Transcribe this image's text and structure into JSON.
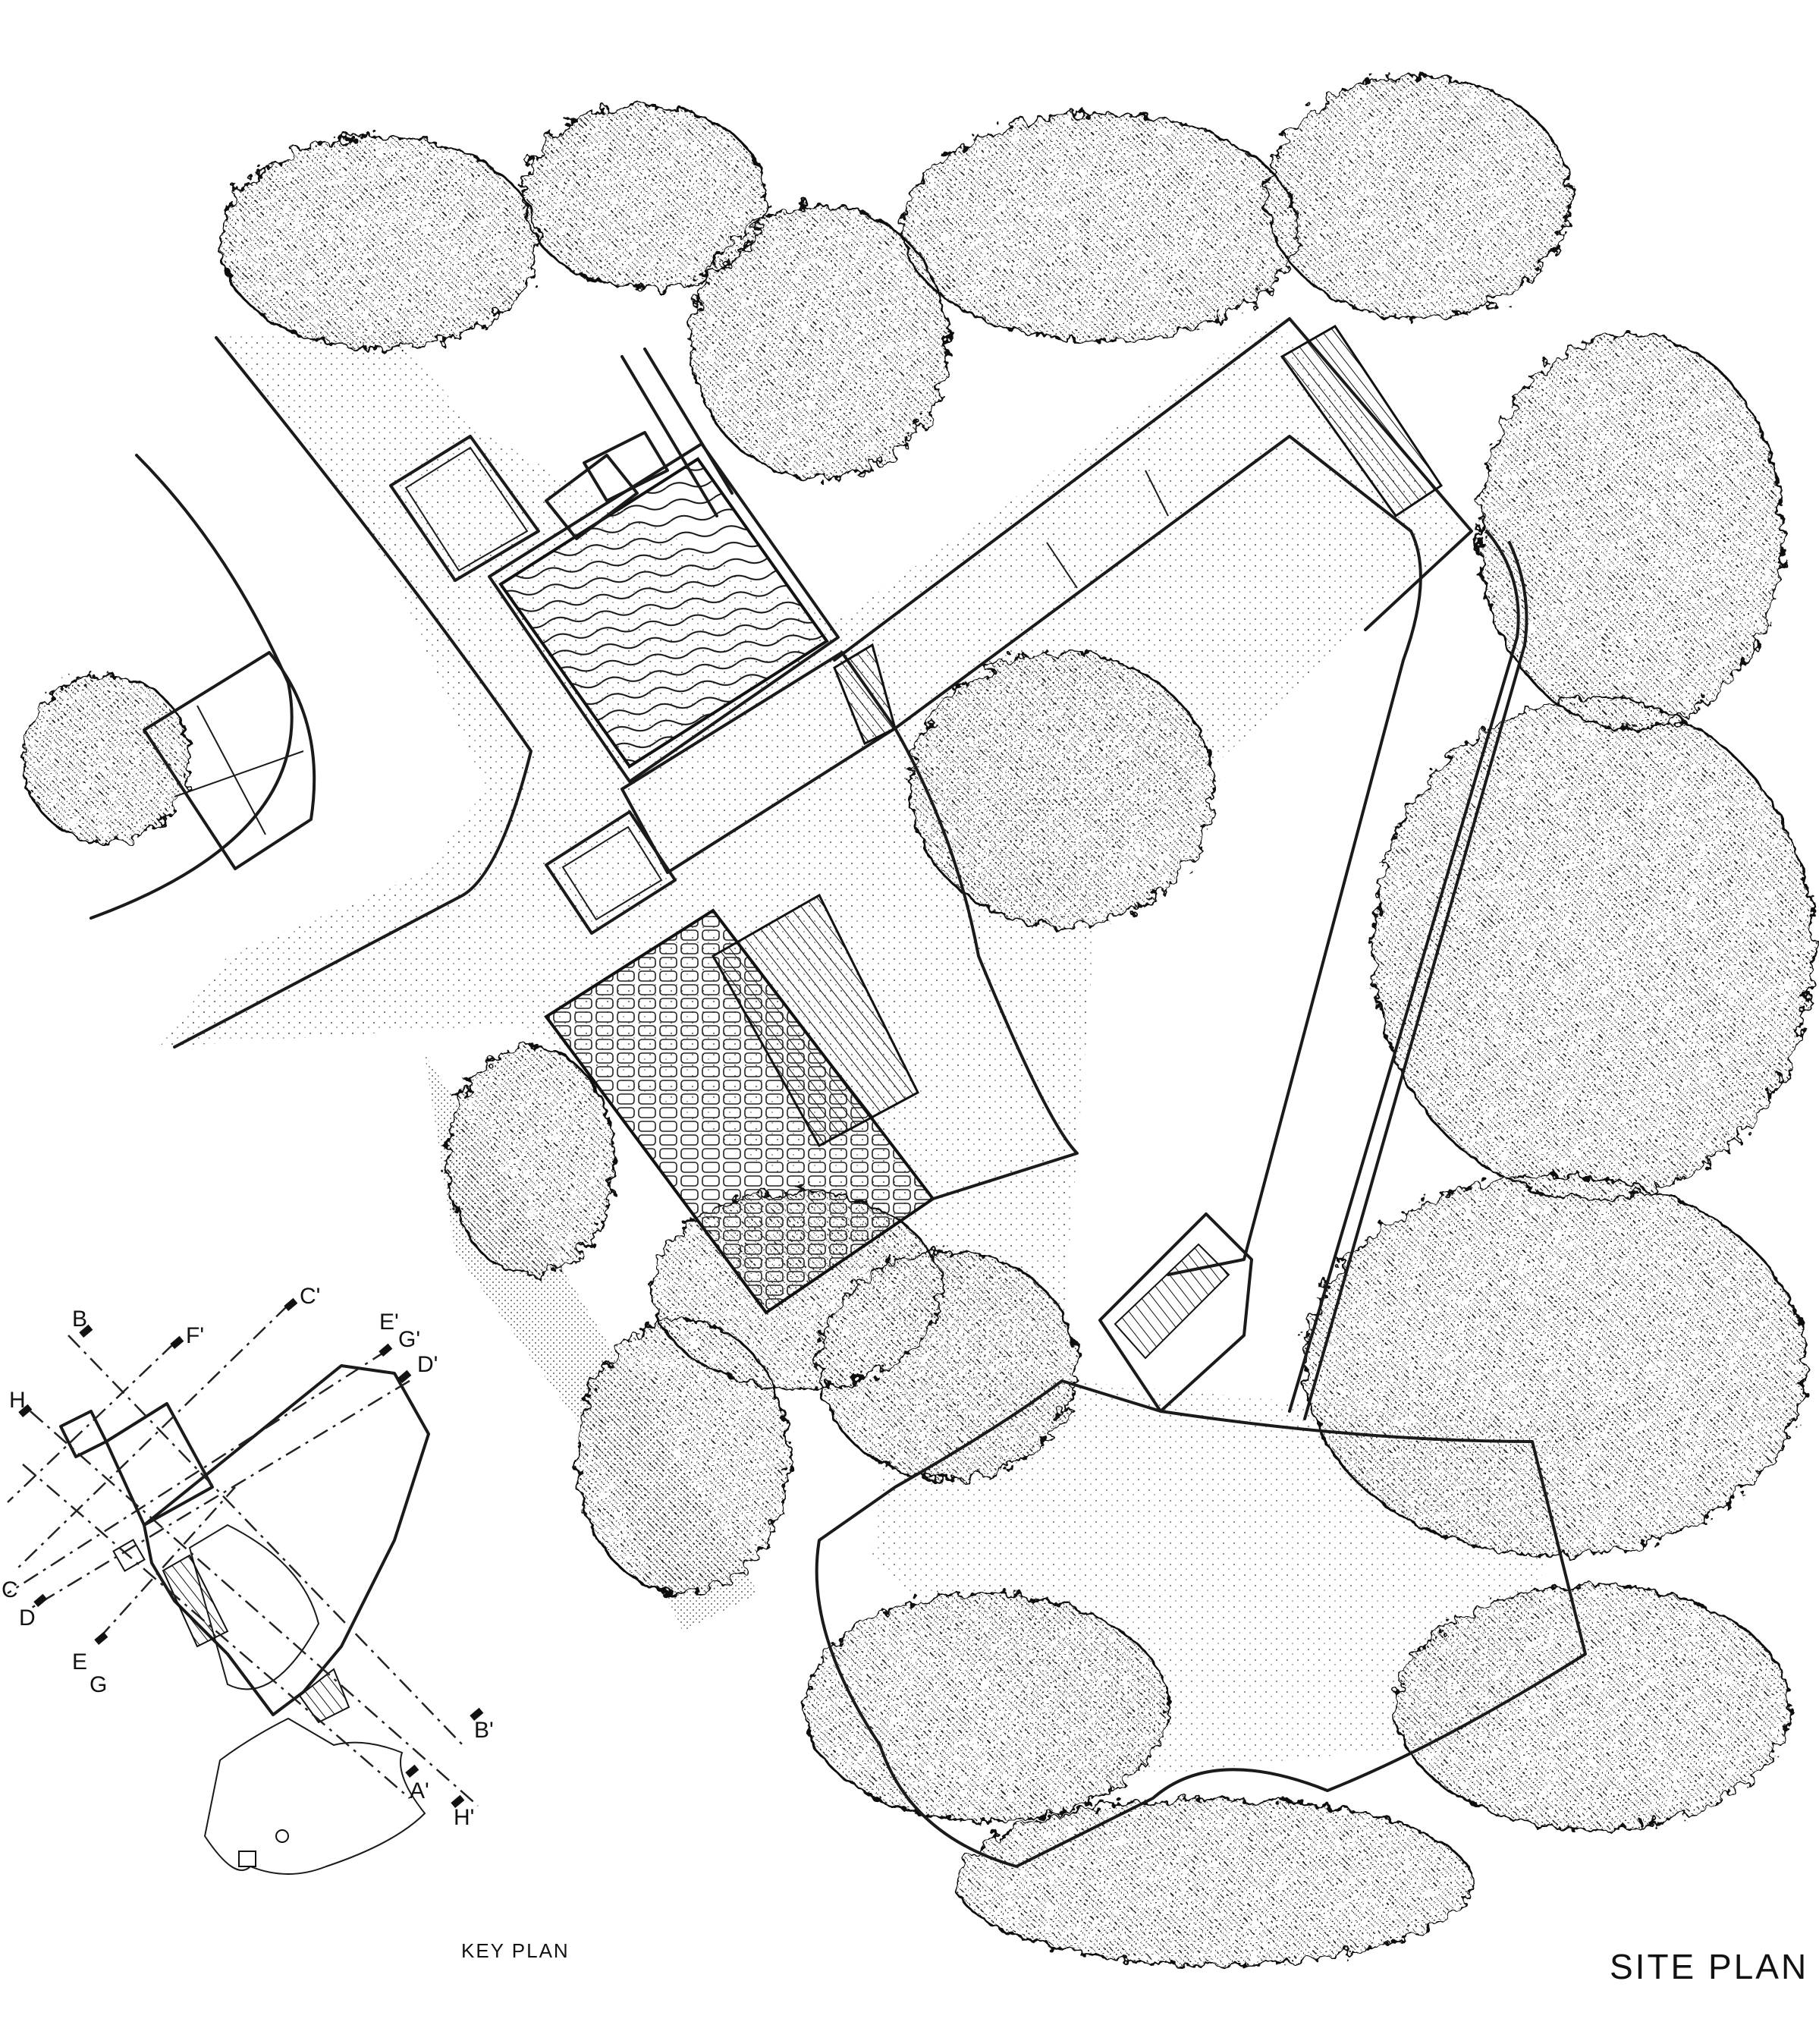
{
  "titles": {
    "site_plan": "SITE PLAN",
    "key_plan": "KEY PLAN"
  },
  "section_markers": [
    {
      "id": "A_prime",
      "label": "A'"
    },
    {
      "id": "B",
      "label": "B"
    },
    {
      "id": "B_prime",
      "label": "B'"
    },
    {
      "id": "C_prime",
      "label": "C'"
    },
    {
      "id": "C",
      "label": "C"
    },
    {
      "id": "D",
      "label": "D"
    },
    {
      "id": "D_prime",
      "label": "D'"
    },
    {
      "id": "E",
      "label": "E"
    },
    {
      "id": "E_prime",
      "label": "E'"
    },
    {
      "id": "F_prime",
      "label": "F'"
    },
    {
      "id": "G",
      "label": "G"
    },
    {
      "id": "G_prime",
      "label": "G'"
    },
    {
      "id": "H",
      "label": "H"
    },
    {
      "id": "H_prime",
      "label": "H'"
    }
  ],
  "colors": {
    "ink": "#1a1a1a",
    "paper": "#ffffff"
  }
}
